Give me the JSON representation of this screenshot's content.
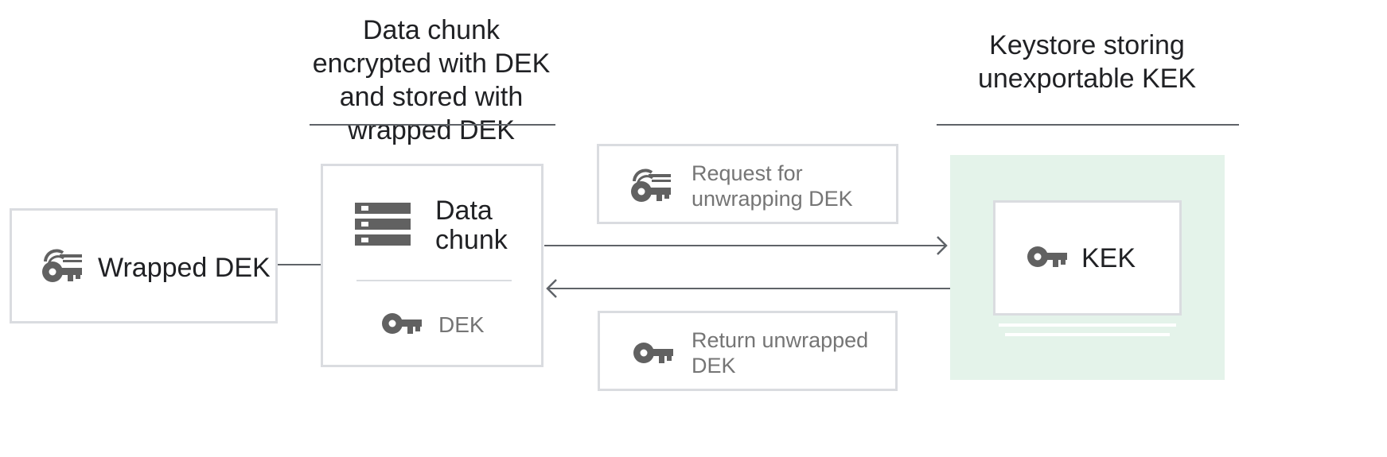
{
  "headings": {
    "data_chunk": "Data chunk encrypted with DEK and stored with wrapped DEK",
    "keystore": "Keystore storing unexportable KEK"
  },
  "wrapped_dek": {
    "label": "Wrapped DEK",
    "icon": "wrapped-key-icon"
  },
  "data_chunk_box": {
    "title_line1": "Data",
    "title_line2": "chunk",
    "icon": "database-icon",
    "key_label": "DEK",
    "key_icon": "key-icon"
  },
  "request": {
    "line1": "Request for",
    "line2": "unwrapping DEK",
    "icon": "wrapped-key-icon"
  },
  "response": {
    "line1": "Return unwrapped",
    "line2": "DEK",
    "icon": "key-icon"
  },
  "keystore_box": {
    "label": "KEK",
    "icon": "key-icon"
  },
  "colors": {
    "icon": "#616161",
    "border": "#dadce0",
    "line": "#5f6368",
    "keystore_bg": "#e4f3ea",
    "text_dark": "#202124",
    "text_grey": "#757575"
  }
}
